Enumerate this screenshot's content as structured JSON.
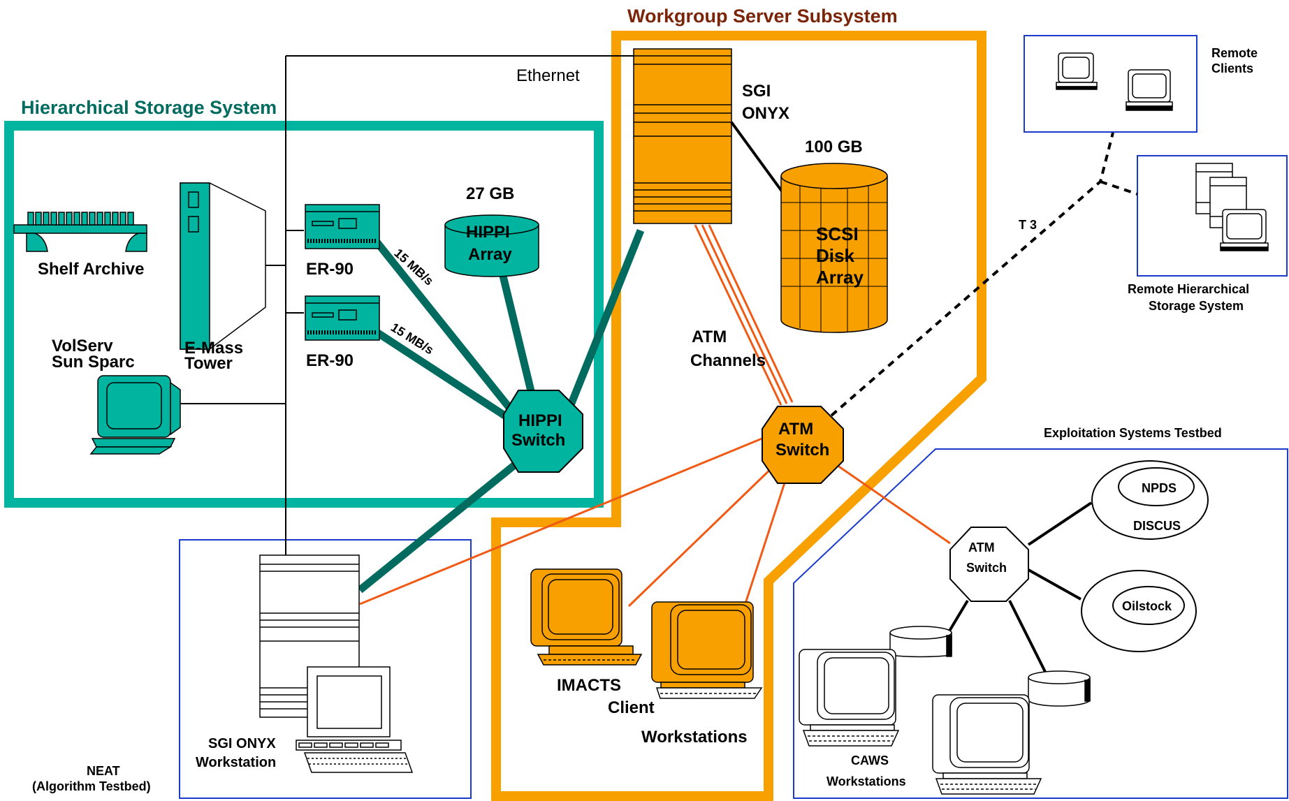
{
  "titles": {
    "workgroup": "Workgroup Server Subsystem",
    "hierarchical": "Hierarchical Storage System",
    "exploitation": "Exploitation Systems Testbed"
  },
  "labels": {
    "ethernet": "Ethernet",
    "sgi_onyx_line1": "SGI",
    "sgi_onyx_line2": "ONYX",
    "gb100": "100 GB",
    "scsi_line1": "SCSI",
    "scsi_line2": "Disk",
    "scsi_line3": "Array",
    "gb27": "27 GB",
    "hippi_array_line1": "HIPPI",
    "hippi_array_line2": "Array",
    "shelf_archive": "Shelf Archive",
    "er90_a": "ER-90",
    "er90_b": "ER-90",
    "rate_a": "15 MB/s",
    "rate_b": "15 MB/s",
    "volserv_line1": "VolServ",
    "volserv_line2": "Sun Sparc",
    "emass_line1": "E-Mass",
    "emass_line2": "Tower",
    "hippi_switch_line1": "HIPPI",
    "hippi_switch_line2": "Switch",
    "atm_channels_line1": "ATM",
    "atm_channels_line2": "Channels",
    "atm_switch_line1": "ATM",
    "atm_switch_line2": "Switch",
    "t3": "T 3",
    "remote_clients_line1": "Remote",
    "remote_clients_line2": "Clients",
    "remote_hss_line1": "Remote Hierarchical",
    "remote_hss_line2": "Storage System",
    "imacts": "IMACTS",
    "client": "Client",
    "workstations": "Workstations",
    "sgi_ws_line1": "SGI ONYX",
    "sgi_ws_line2": "Workstation",
    "neat_line1": "NEAT",
    "neat_line2": "(Algorithm Testbed)",
    "npds": "NPDS",
    "discus": "DISCUS",
    "oilstock": "Oilstock",
    "atm_switch2_line1": "ATM",
    "atm_switch2_line2": "Switch",
    "caws": "CAWS",
    "caws_workstations": "Workstations"
  },
  "colors": {
    "teal": "#00b4a0",
    "dark_teal": "#006b5e",
    "orange": "#f7a000",
    "red_orange": "#f05a14",
    "blue": "#1a3acc",
    "title_brown": "#7a2408"
  }
}
